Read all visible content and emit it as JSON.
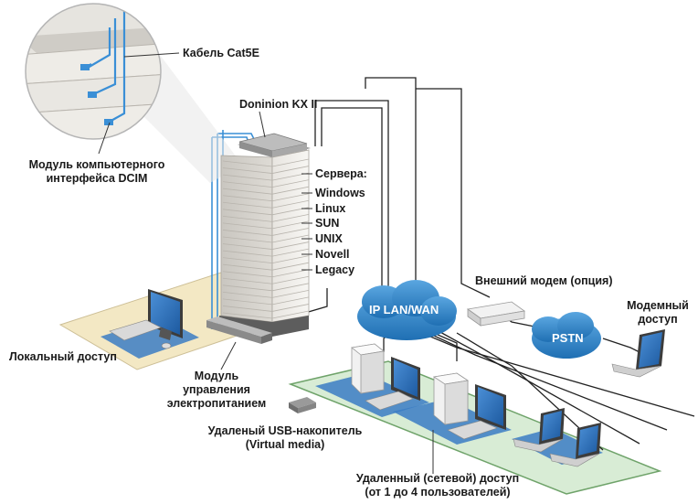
{
  "labels": {
    "cable": "Кабель Cat5E",
    "dominion": "Doninion KX II",
    "dcim": [
      "Модуль компьютерного",
      "интерфейса DCIM"
    ],
    "servers_title": "Сервера:",
    "servers": [
      "Windows",
      "Linux",
      "SUN",
      "UNIX",
      "Novell",
      "Legacy"
    ],
    "external_modem": "Внешний модем (опция)",
    "modem_access": [
      "Модемный",
      "доступ"
    ],
    "ip_lan": "IP LAN/WAN",
    "pstn": "PSTN",
    "local_access": "Локальный доступ",
    "power_module": [
      "Модуль",
      "управления",
      "электропитанием"
    ],
    "usb": [
      "Удаленый USB-накопитель",
      "(Virtual media)"
    ],
    "remote": [
      "Удаленный (сетевой) доступ",
      "(от 1 до 4 пользователей)"
    ]
  },
  "colors": {
    "cloud": "#2f86c9",
    "platform_local": "#f3e8c4",
    "platform_remote": "#d8ecd5",
    "monitor_blue": "#2a6bb4",
    "cable_blue": "#3a8fd6",
    "rack": "#e9e6e1"
  }
}
